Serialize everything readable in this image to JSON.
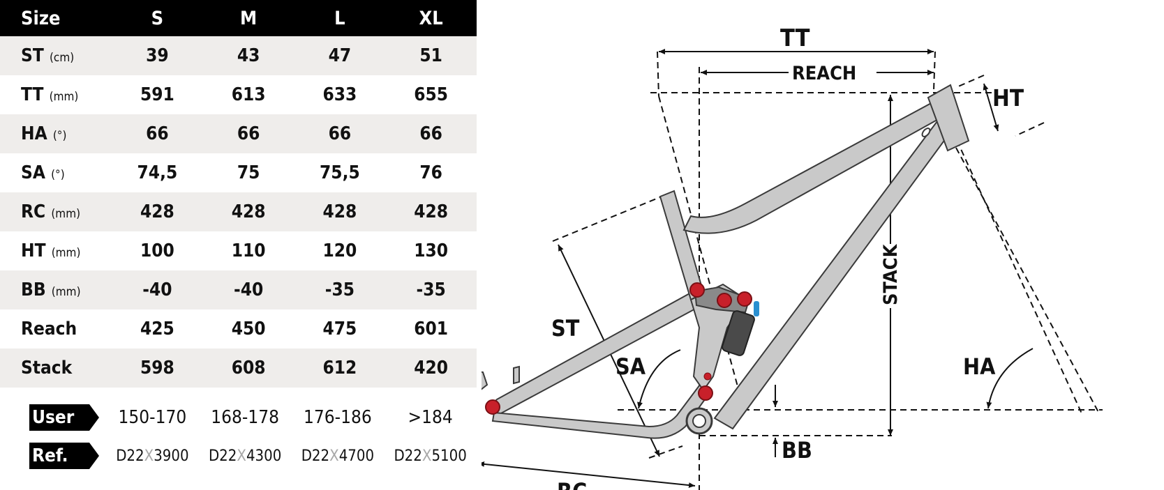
{
  "table": {
    "header": {
      "label": "Size",
      "sizes": [
        "S",
        "M",
        "L",
        "XL"
      ]
    },
    "rows": [
      {
        "label": "ST",
        "unit": "(cm)",
        "values": [
          "39",
          "43",
          "47",
          "51"
        ]
      },
      {
        "label": "TT",
        "unit": "(mm)",
        "values": [
          "591",
          "613",
          "633",
          "655"
        ]
      },
      {
        "label": "HA",
        "unit": "(°)",
        "values": [
          "66",
          "66",
          "66",
          "66"
        ]
      },
      {
        "label": "SA",
        "unit": "(°)",
        "values": [
          "74,5",
          "75",
          "75,5",
          "76"
        ]
      },
      {
        "label": "RC",
        "unit": "(mm)",
        "values": [
          "428",
          "428",
          "428",
          "428"
        ]
      },
      {
        "label": "HT",
        "unit": "(mm)",
        "values": [
          "100",
          "110",
          "120",
          "130"
        ]
      },
      {
        "label": "BB",
        "unit": "(mm)",
        "values": [
          "-40",
          "-40",
          "-35",
          "-35"
        ]
      },
      {
        "label": "Reach",
        "unit": "",
        "values": [
          "425",
          "450",
          "475",
          "601"
        ]
      },
      {
        "label": "Stack",
        "unit": "",
        "values": [
          "598",
          "608",
          "612",
          "420"
        ]
      }
    ]
  },
  "user": {
    "label": "User",
    "values": [
      "150-170",
      "168-178",
      "176-186",
      ">184"
    ]
  },
  "ref": {
    "label": "Ref.",
    "values": [
      {
        "pre": "D22",
        "x": "X",
        "post": "3900"
      },
      {
        "pre": "D22",
        "x": "X",
        "post": "4300"
      },
      {
        "pre": "D22",
        "x": "X",
        "post": "4700"
      },
      {
        "pre": "D22",
        "x": "X",
        "post": "5100"
      }
    ]
  },
  "diagram": {
    "labels": {
      "tt": "TT",
      "reach": "REACH",
      "ht": "HT",
      "stack": "STACK",
      "st": "ST",
      "sa": "SA",
      "ha": "HA",
      "bb": "BB",
      "rc": "RC"
    },
    "colors": {
      "frame": "#c9c9c9",
      "frame_outline": "#3a3a3a",
      "pivot": "#c8202a",
      "shock": "#4a4a4a",
      "shock_accent": "#2a8fd0"
    }
  }
}
